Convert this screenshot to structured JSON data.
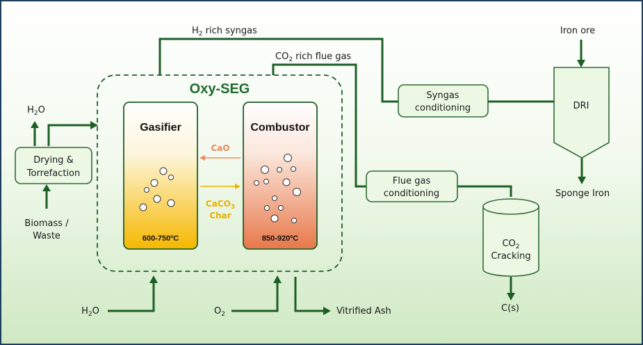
{
  "title": "Oxy-SEG",
  "reactors": {
    "gasifier": {
      "label": "Gasifier",
      "temp": "600-750ºC"
    },
    "combustor": {
      "label": "Combustor",
      "temp": "850-920ºC"
    }
  },
  "exchange": {
    "cao": "CaO",
    "caco3_main": "CaCO",
    "caco3_sub": "3",
    "char": "Char"
  },
  "streams": {
    "h2_syngas_pre": "H",
    "h2_syngas_sub": "2",
    "h2_syngas_post": " rich syngas",
    "co2_flue_pre": "CO",
    "co2_flue_sub": "2",
    "co2_flue_post": " rich flue gas",
    "h2o_top_main": "H",
    "h2o_top_sub": "2",
    "h2o_top_post": "O",
    "h2o_bottom_main": "H",
    "h2o_bottom_sub": "2",
    "h2o_bottom_post": "O",
    "o2_main": "O",
    "o2_sub": "2",
    "iron_ore": "Iron ore",
    "sponge_iron": "Sponge Iron",
    "vitrified_ash": "Vitrified Ash",
    "carbon": "C(s)",
    "biomass_line1": "Biomass /",
    "biomass_line2": "Waste"
  },
  "units": {
    "drying_line1": "Drying &",
    "drying_line2": "Torrefaction",
    "syngas_line1": "Syngas",
    "syngas_line2": "conditioning",
    "flue_line1": "Flue gas",
    "flue_line2": "conditioning",
    "dri": "DRI",
    "cracking_pre": "CO",
    "cracking_sub": "2",
    "cracking_line2": "Cracking"
  },
  "colors": {
    "line": "#1c5e26",
    "gasifier_bottom": "#f6b800",
    "combustor_bottom": "#e8784a",
    "cao_arrow": "#ee8a5c",
    "caco3_arrow": "#f0b400"
  }
}
